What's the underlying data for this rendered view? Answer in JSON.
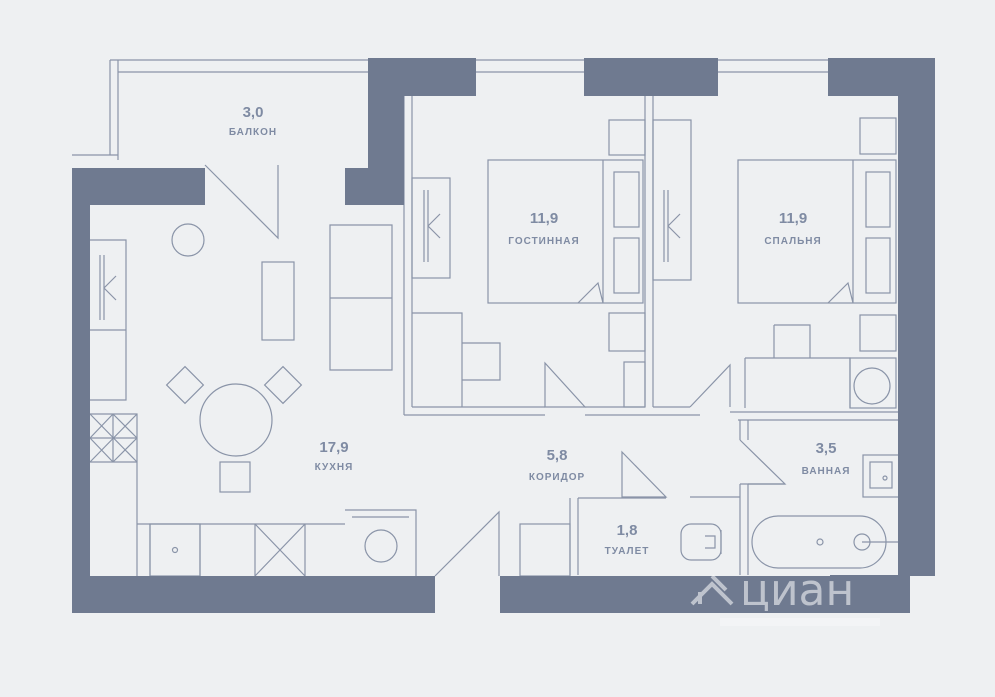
{
  "colors": {
    "background": "#eef0f2",
    "wall": "#6f7a90",
    "line": "#8a94a8",
    "label": "#7f8ba3"
  },
  "rooms": [
    {
      "key": "balcony",
      "area": "3,0",
      "name": "БАЛКОН"
    },
    {
      "key": "living",
      "area": "11,9",
      "name": "ГОСТИННАЯ"
    },
    {
      "key": "bedroom",
      "area": "11,9",
      "name": "СПАЛЬНЯ"
    },
    {
      "key": "kitchen",
      "area": "17,9",
      "name": "КУХНЯ"
    },
    {
      "key": "corridor",
      "area": "5,8",
      "name": "КОРИДОР"
    },
    {
      "key": "bathroom",
      "area": "3,5",
      "name": "ВАННАЯ"
    },
    {
      "key": "toilet",
      "area": "1,8",
      "name": "ТУАЛЕТ"
    }
  ],
  "watermark": {
    "logo_icon": "cian-house-icon",
    "brand": "циан"
  }
}
